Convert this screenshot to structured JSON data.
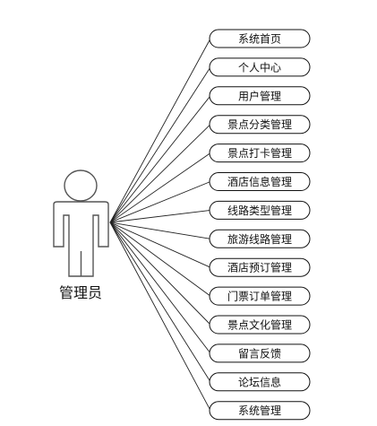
{
  "actor": {
    "name": "管理员"
  },
  "use_cases": [
    "系统首页",
    "个人中心",
    "用户管理",
    "景点分类管理",
    "景点打卡管理",
    "酒店信息管理",
    "线路类型管理",
    "旅游线路管理",
    "酒店预订管理",
    "门票订单管理",
    "景点文化管理",
    "留言反馈",
    "论坛信息",
    "系统管理"
  ]
}
